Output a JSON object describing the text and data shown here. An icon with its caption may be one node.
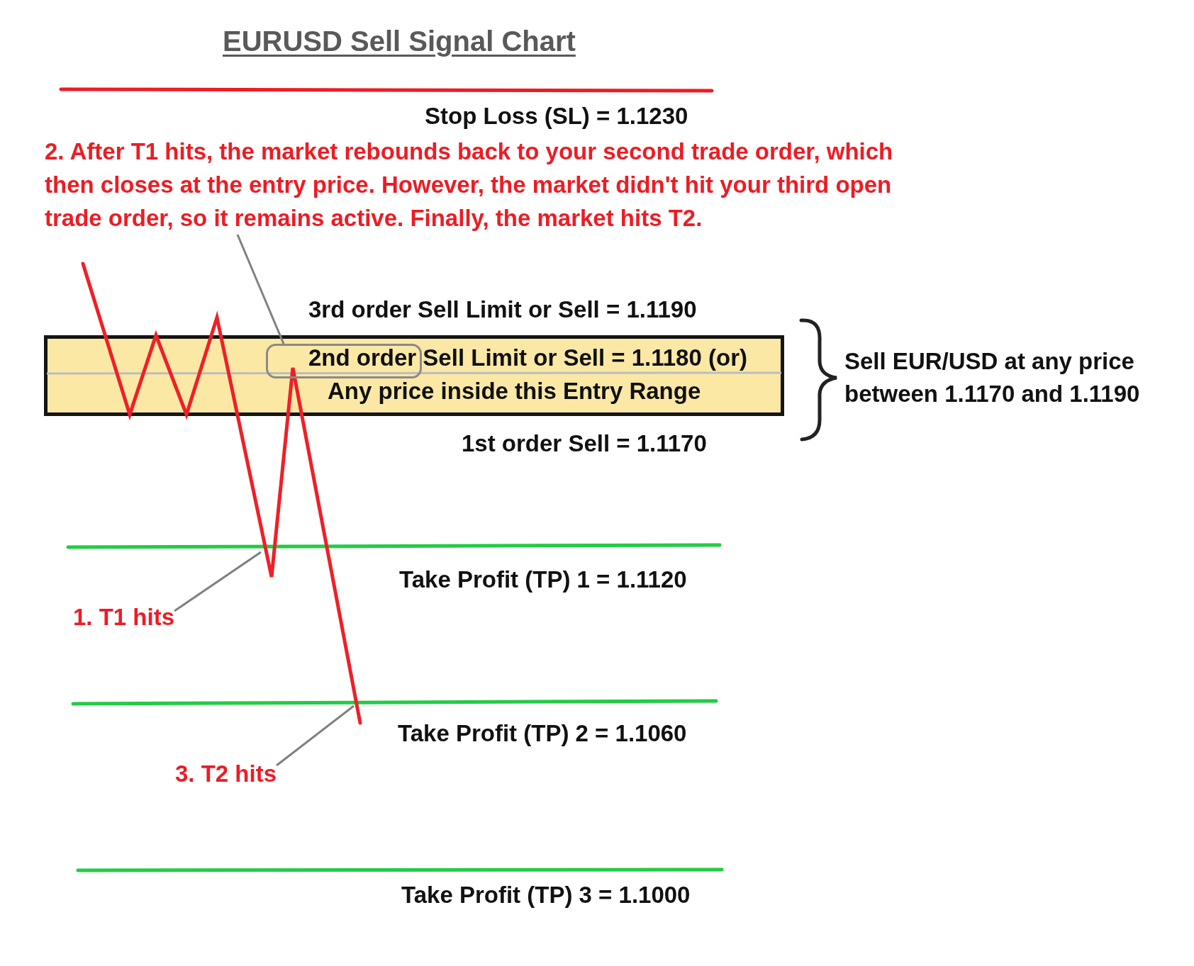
{
  "diagram": {
    "title": "EURUSD Sell Signal Chart",
    "nodes": [
      {
        "text": [
          "2. After T1 hits, the market rebounds back to your second trade order, which then closes at the entry price. However, the market didn't hit your third open trade order, so it remains active. Finally, the market hits T2."
        ]
      },
      {
        "text": [
          "2nd order Sell Limit or Sell = 1.1180 (or)",
          "Any price inside this Entry Range"
        ]
      },
      {
        "text": [],
        "shape": "box",
        "in": 1
      },
      {
        "text": [
          "1. T1 hits"
        ]
      },
      {
        "text": [
          "3. T2 hits"
        ]
      }
    ],
    "edges": [
      {
        "from": 0,
        "to": 2,
        "arrow": "none"
      },
      {
        "from": 3,
        "to": null,
        "arrow": "none"
      },
      {
        "from": 4,
        "to": null,
        "arrow": "none"
      }
    ],
    "labels": [
      "Stop Loss (SL) = 1.1230",
      "3rd order Sell Limit or Sell = 1.1190",
      "Sell EUR/USD at any price between 1.1170 and 1.1190",
      "1st order Sell = 1.1170",
      "Take Profit (TP) 1 = 1.1120",
      "Take Profit (TP) 2 = 1.1060",
      "Take Profit (TP) 3 = 1.1000"
    ]
  }
}
